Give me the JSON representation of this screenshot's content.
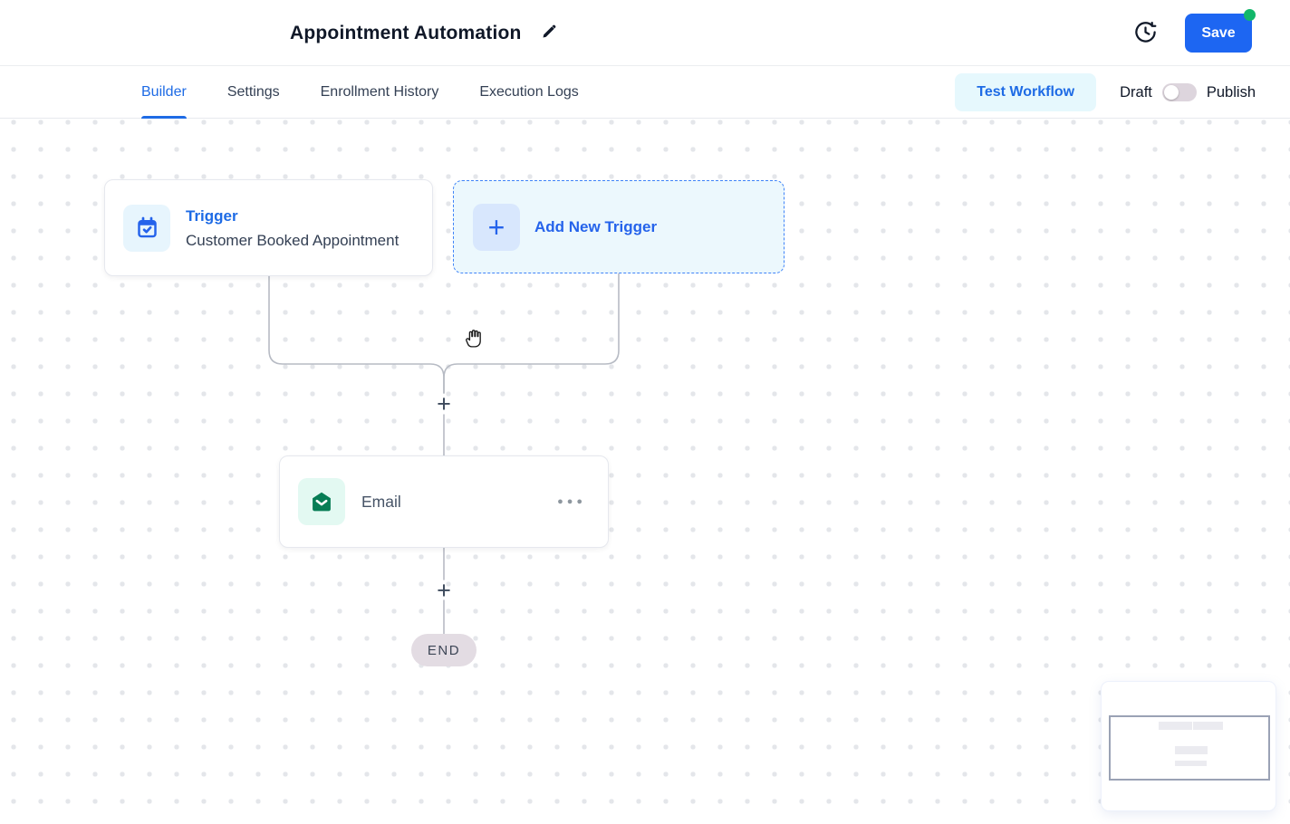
{
  "header": {
    "title": "Appointment Automation",
    "save_label": "Save"
  },
  "tabs": [
    {
      "label": "Builder",
      "active": true
    },
    {
      "label": "Settings",
      "active": false
    },
    {
      "label": "Enrollment History",
      "active": false
    },
    {
      "label": "Execution Logs",
      "active": false
    }
  ],
  "toolbar": {
    "test_workflow_label": "Test Workflow",
    "draft_label": "Draft",
    "publish_label": "Publish",
    "publish_toggle_on": false
  },
  "canvas": {
    "trigger_node": {
      "title": "Trigger",
      "subtitle": "Customer Booked Appointment",
      "icon": "calendar-check-icon"
    },
    "add_trigger": {
      "label": "Add New Trigger",
      "plus_glyph": "+",
      "icon": "plus-icon"
    },
    "email_node": {
      "label": "Email",
      "menu_glyph": "●●●",
      "icon": "envelope-icon"
    },
    "add_step_glyph": "+",
    "end_label": "END"
  },
  "colors": {
    "accent": "#1e6be5",
    "save-blue": "#1d66f2",
    "badge-green": "#12b76a",
    "trigger-blue": "#2563eb",
    "email-green": "#077d55",
    "connector": "#b7bbc4",
    "dot": "#e4e6ea",
    "test-bg": "#e6f8fd",
    "addtrig-bg": "#ecf8fd",
    "addtrig-border": "#3f83f8",
    "toggle-track": "#ddd5dd",
    "end-bg": "#e3dce3"
  }
}
